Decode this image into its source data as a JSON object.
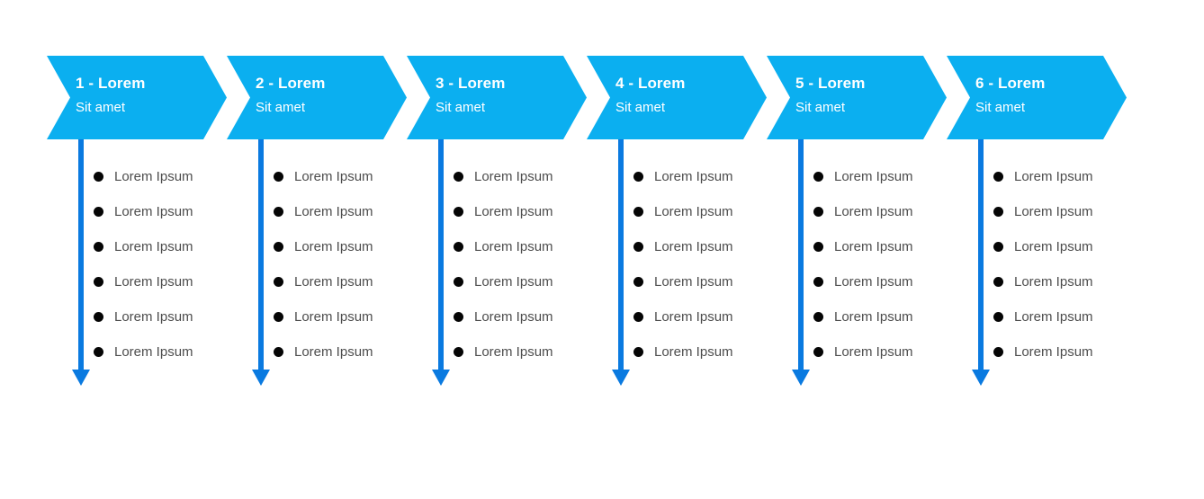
{
  "diagram": {
    "type": "chevron-process-flow",
    "colors": {
      "banner": "#0BAFF0",
      "connector": "#0A7AE0",
      "bullet": "#050505",
      "bullet_text": "#4d4d4d",
      "background": "#ffffff",
      "banner_text": "#ffffff"
    },
    "stages": [
      {
        "title": "1 - Lorem",
        "subtitle": "Sit amet",
        "items": [
          "Lorem Ipsum",
          "Lorem Ipsum",
          "Lorem Ipsum",
          "Lorem Ipsum",
          "Lorem Ipsum",
          "Lorem Ipsum"
        ]
      },
      {
        "title": "2 - Lorem",
        "subtitle": "Sit amet",
        "items": [
          "Lorem Ipsum",
          "Lorem Ipsum",
          "Lorem Ipsum",
          "Lorem Ipsum",
          "Lorem Ipsum",
          "Lorem Ipsum"
        ]
      },
      {
        "title": "3 - Lorem",
        "subtitle": "Sit amet",
        "items": [
          "Lorem Ipsum",
          "Lorem Ipsum",
          "Lorem Ipsum",
          "Lorem Ipsum",
          "Lorem Ipsum",
          "Lorem Ipsum"
        ]
      },
      {
        "title": "4 - Lorem",
        "subtitle": "Sit amet",
        "items": [
          "Lorem Ipsum",
          "Lorem Ipsum",
          "Lorem Ipsum",
          "Lorem Ipsum",
          "Lorem Ipsum",
          "Lorem Ipsum"
        ]
      },
      {
        "title": "5 - Lorem",
        "subtitle": "Sit amet",
        "items": [
          "Lorem Ipsum",
          "Lorem Ipsum",
          "Lorem Ipsum",
          "Lorem Ipsum",
          "Lorem Ipsum",
          "Lorem Ipsum"
        ]
      },
      {
        "title": "6 - Lorem",
        "subtitle": "Sit amet",
        "items": [
          "Lorem Ipsum",
          "Lorem Ipsum",
          "Lorem Ipsum",
          "Lorem Ipsum",
          "Lorem Ipsum",
          "Lorem Ipsum"
        ]
      }
    ]
  }
}
